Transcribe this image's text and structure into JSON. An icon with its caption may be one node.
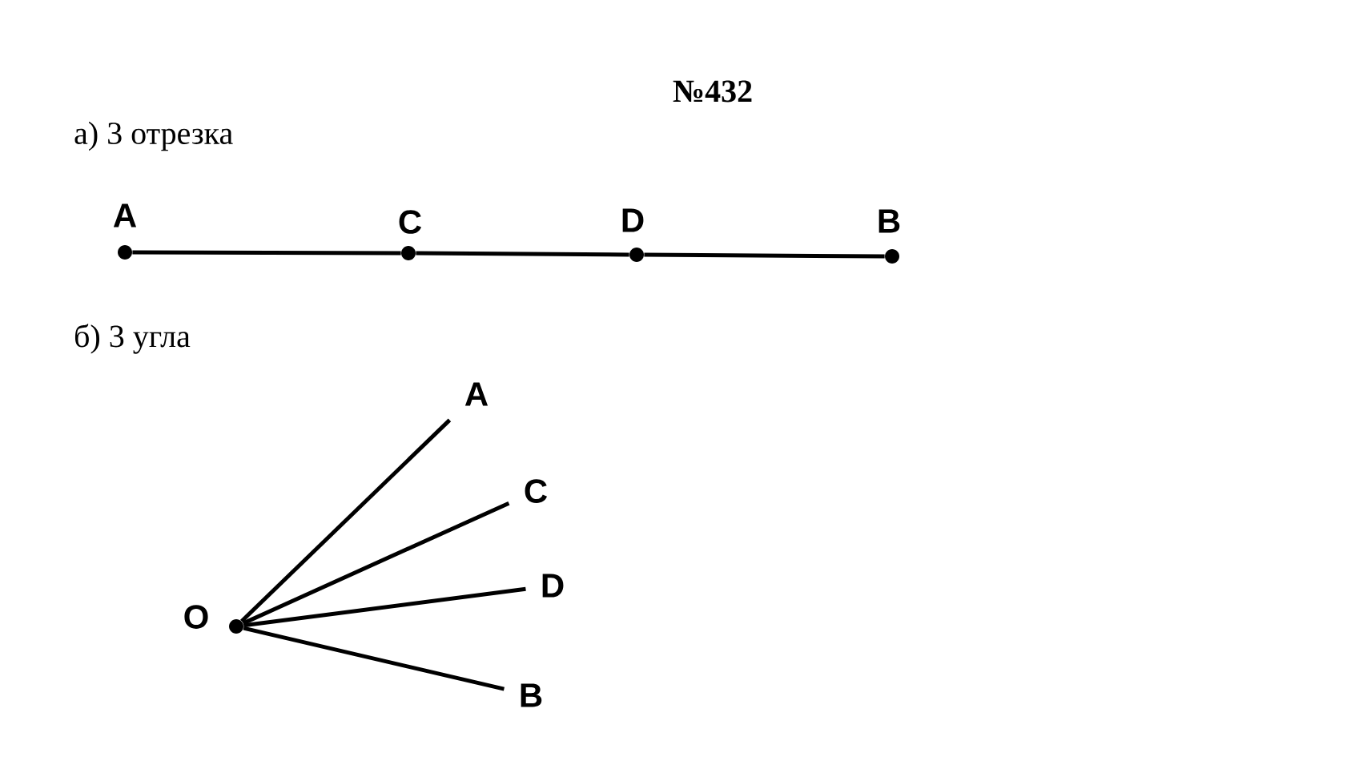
{
  "diagram": {
    "title": "№432",
    "nodes": [
      {
        "text": [],
        "shape": "circle",
        "beside": [
          "A"
        ]
      },
      {
        "text": [],
        "shape": "circle",
        "beside": [
          "C"
        ]
      },
      {
        "text": [],
        "shape": "circle",
        "beside": [
          "D"
        ]
      },
      {
        "text": [],
        "shape": "circle",
        "beside": [
          "B"
        ]
      },
      {
        "text": [],
        "shape": "circle",
        "beside": [
          "O"
        ]
      },
      {
        "text": [
          "A"
        ]
      },
      {
        "text": [
          "C"
        ]
      },
      {
        "text": [
          "D"
        ]
      },
      {
        "text": [
          "B"
        ]
      }
    ],
    "edges": [
      {
        "from": 0,
        "to": 1,
        "arrow": "none"
      },
      {
        "from": 1,
        "to": 2,
        "arrow": "none"
      },
      {
        "from": 2,
        "to": 3,
        "arrow": "none"
      },
      {
        "from": 4,
        "to": 5,
        "arrow": "none"
      },
      {
        "from": 4,
        "to": 6,
        "arrow": "none"
      },
      {
        "from": 4,
        "to": 7,
        "arrow": "none"
      },
      {
        "from": 4,
        "to": 8,
        "arrow": "none"
      }
    ],
    "labels": [
      "а) 3 отрезка",
      "б) 3 угла"
    ]
  }
}
